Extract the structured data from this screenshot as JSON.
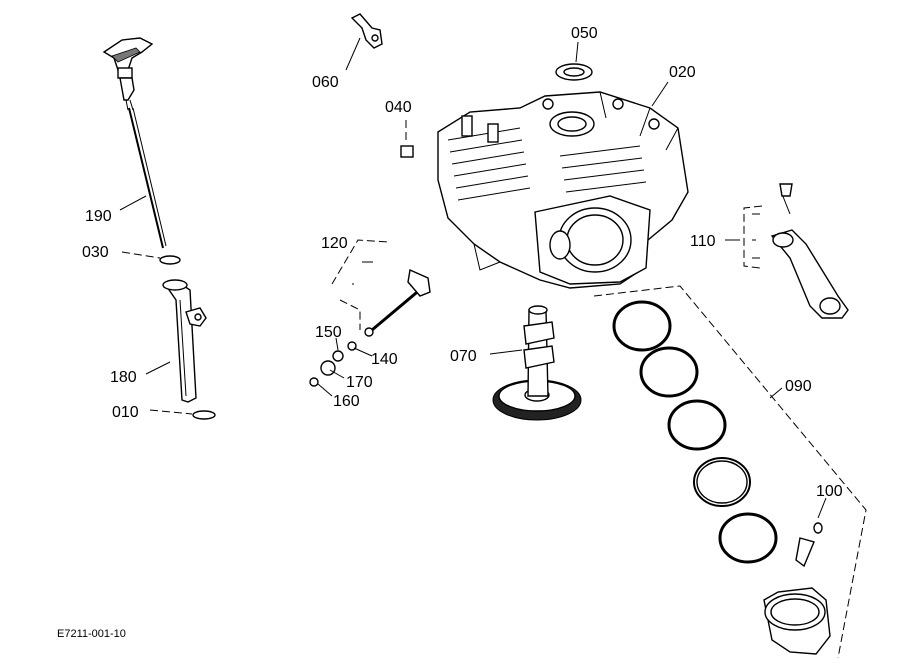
{
  "diagram": {
    "labels": {
      "p010": "010",
      "p020": "020",
      "p030": "030",
      "p040": "040",
      "p050": "050",
      "p060": "060",
      "p070": "070",
      "p090": "090",
      "p100": "100",
      "p110": "110",
      "p120": "120",
      "p140": "140",
      "p150": "150",
      "p160": "160",
      "p170": "170",
      "p180": "180",
      "p190": "190"
    },
    "drawing_code": "E7211-001-10"
  }
}
